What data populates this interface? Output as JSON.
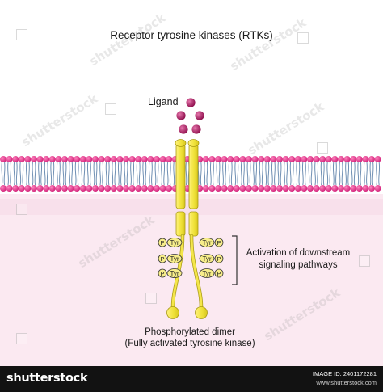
{
  "title": "Receptor tyrosine kinases (RTKs)",
  "ligand_label": "Ligand",
  "activation_label": [
    "Activation of downstream",
    "signaling pathways"
  ],
  "dimer_label": [
    "Phosphorylated dimer",
    "(Fully activated tyrosine kinase)"
  ],
  "p_label": "P",
  "tyr_label": "Tyr",
  "watermark_text": "shutterstock",
  "footer": {
    "logo": "shutterstock",
    "image_id": "IMAGE ID: 2401172281",
    "site": "www.shutterstock.com"
  },
  "colors": {
    "receptor": "#f0e23a",
    "receptor_outline": "#a89a14",
    "ligand": "#a4125a",
    "membrane_head": "#e8348d",
    "membrane_tail": "#6f8fb3",
    "cytoplasm": "#fbe9f1",
    "footer": "#121212"
  }
}
